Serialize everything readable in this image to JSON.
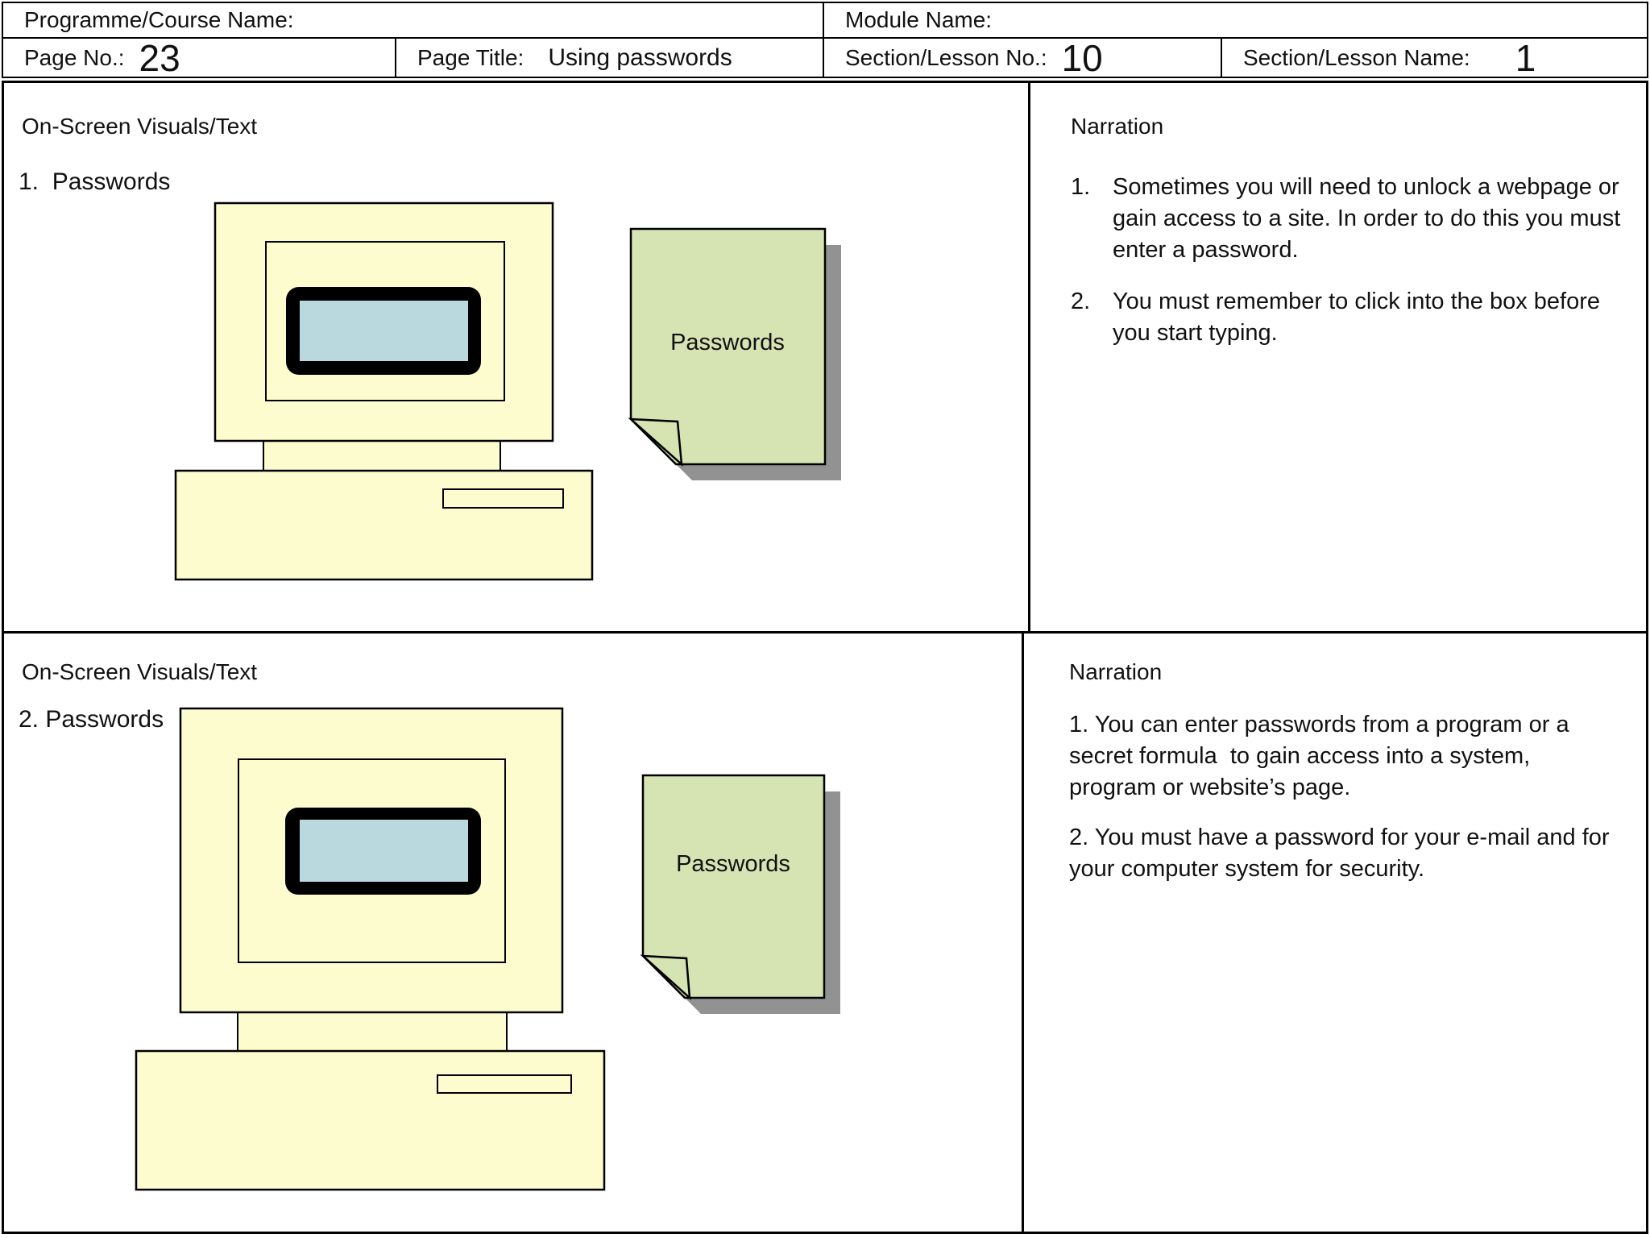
{
  "header": {
    "programme_label": "Programme/Course Name:",
    "module_label": "Module Name:",
    "page_no_label": "Page No.:",
    "page_no_value": "23",
    "page_title_label": "Page Title:",
    "page_title_value": "Using passwords",
    "section_no_label": "Section/Lesson No.:",
    "section_no_value": "10",
    "section_name_label": "Section/Lesson Name:",
    "section_name_value": "1"
  },
  "rows": [
    {
      "visuals_heading": "On-Screen Visuals/Text",
      "item_label": "1.  Passwords",
      "note_text": "Passwords",
      "narration_heading": "Narration",
      "narration_items": [
        {
          "num": "1.",
          "text": "Sometimes you will need to unlock a webpage or gain access to a site. In order to do this you must enter a password."
        },
        {
          "num": "2.",
          "text": "You must remember to click into the box before you start typing."
        }
      ]
    },
    {
      "visuals_heading": "On-Screen Visuals/Text",
      "item_label": "2. Passwords",
      "note_text": "Passwords",
      "narration_heading": "Narration",
      "narration_paragraphs": [
        "1. You can enter passwords from a program or a secret formula  to gain access into a system, program or website’s page.",
        "2. You must have a password for your e-mail and for your computer system for security."
      ]
    }
  ],
  "colors": {
    "device_fill": "#FCFCCE",
    "screen_blue": "#B9D9DE",
    "note_green": "#D6E3B2",
    "shadow_gray": "#929292",
    "outline": "#000000"
  }
}
